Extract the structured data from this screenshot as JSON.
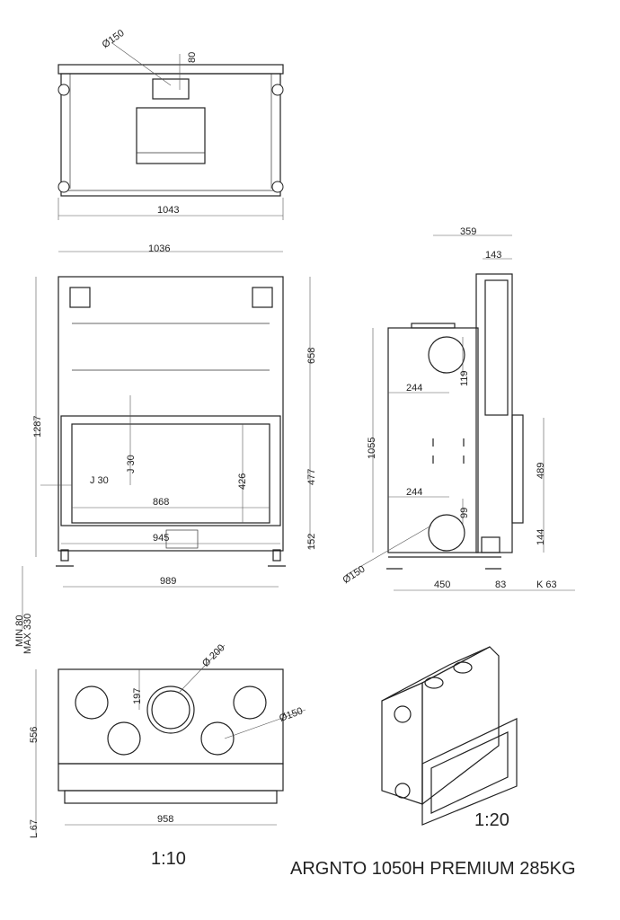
{
  "title": "ARGNTO 1050H PREMIUM 285KG",
  "scales": {
    "front": "1:10",
    "iso": "1:20"
  },
  "top_view": {
    "width": "1043",
    "flue_dia": "Ø150",
    "flue_offset": "80"
  },
  "front_view": {
    "overall_width": "1036",
    "overall_height": "1287",
    "upper": "658",
    "opening_zone": "477",
    "lower": "152",
    "glass_height": "426",
    "glass_width": "868",
    "frame_width": "945",
    "base_width": "989",
    "j_vertical": "J  30",
    "j_horizontal": "J  30",
    "legs_min": "MIN 80",
    "legs_max": "MAX 330"
  },
  "side_view": {
    "depth_total": "359",
    "frame_depth": "143",
    "height": "1055",
    "upper_outlet": "119",
    "upper_outlet_offset": "244",
    "lower_outlet_offset": "244",
    "lower_outlet": "99",
    "frame_height": "489",
    "frame_bottom": "144",
    "inlet_dia": "Ø150",
    "base_depth": "450",
    "gap": "83",
    "k": "K  63"
  },
  "bottom_view": {
    "center_dia": "Ø 200",
    "side_dia": "Ø150",
    "offset": "197",
    "depth": "556",
    "width": "958",
    "l": "L  67"
  }
}
